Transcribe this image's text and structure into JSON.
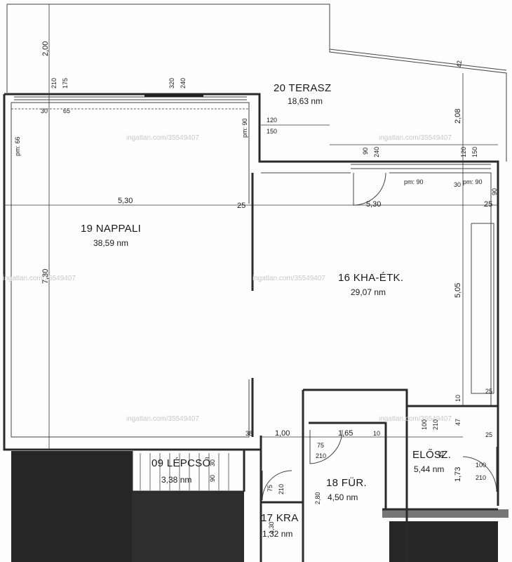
{
  "rooms": [
    {
      "id": "terasz",
      "name": "20  TERASZ",
      "area": "18,63 nm"
    },
    {
      "id": "nappali",
      "name": "19  NAPPALI",
      "area": "38,59 nm"
    },
    {
      "id": "kha",
      "name": "16  KHA-ÉTK.",
      "area": "29,07 nm"
    },
    {
      "id": "lepcso",
      "name": "09  LÉPCSŐ",
      "area": "3,38 nm"
    },
    {
      "id": "fur",
      "name": "18 FÜR.",
      "area": "4,50 nm"
    },
    {
      "id": "elosz",
      "name": "ELŐSZ.",
      "area": "5,44 nm"
    },
    {
      "id": "kra",
      "name": "17 KRA",
      "area": "1,32 nm"
    }
  ],
  "dimensions": {
    "d200": "2,00",
    "d210a": "210",
    "d175": "175",
    "d320": "320",
    "d240a": "240",
    "d42": "42",
    "d208": "2,08",
    "d30a": "30",
    "d65": "65",
    "d120a": "120",
    "d150a": "150",
    "d90a": "pm: 90",
    "d66": "pm: 66",
    "d90b": "90",
    "d240b": "240",
    "d120b": "120",
    "d150b": "150",
    "d90c": "pm: 90",
    "d30b": "30",
    "d90d": "pm: 90",
    "d90e": "90",
    "d530a": "5,30",
    "d25a": "25",
    "d530b": "5,30",
    "d25b": "25",
    "d730": "7,30",
    "d505": "5,05",
    "d10a": "10",
    "d25c": "25",
    "d100a": "100",
    "d210b": "210",
    "d47": "47",
    "d25d": "25",
    "d38": "38",
    "d100b": "1,00",
    "d165": "1,65",
    "d10b": "10",
    "d75a": "75",
    "d210c": "210",
    "d45": "45",
    "d100c": "100",
    "d210d": "210",
    "d173": "1,73",
    "d75b": "75",
    "d210e": "210",
    "d280": "2,80",
    "d30c": "30",
    "d90f": "90",
    "d130": "1,30"
  },
  "watermark": "ingatlan.com/35549407"
}
